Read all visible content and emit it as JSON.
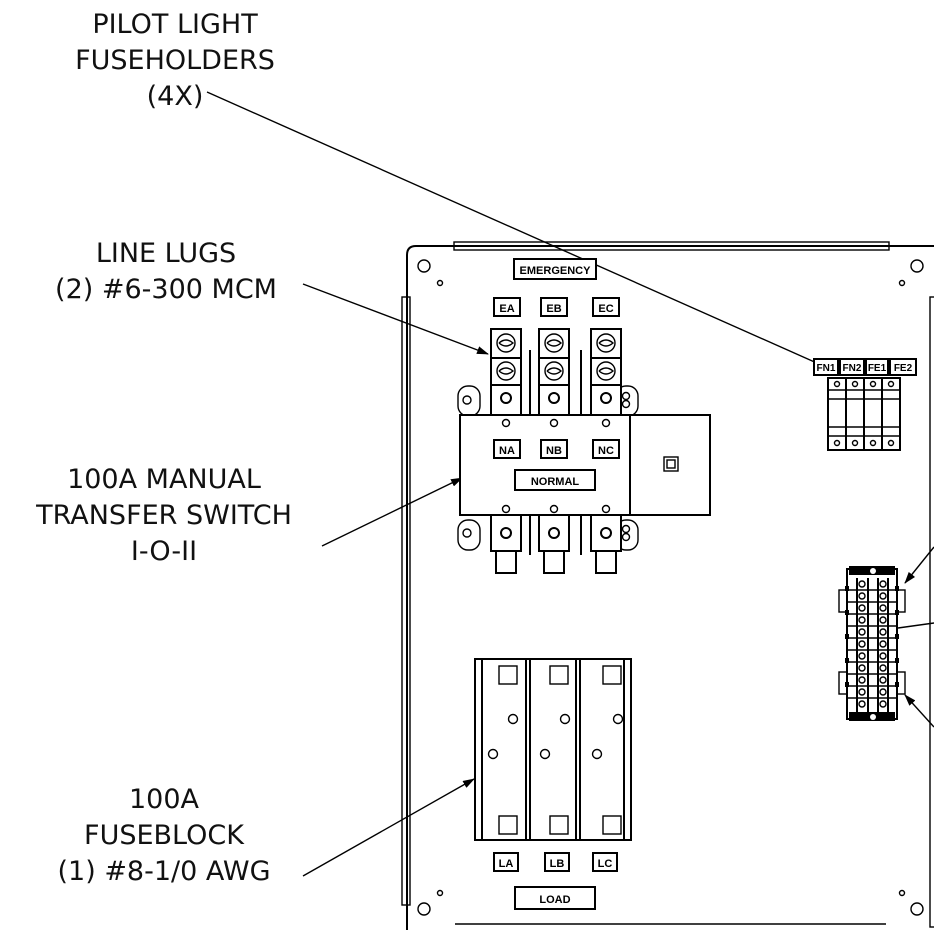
{
  "callouts": {
    "pilot": [
      "PILOT LIGHT",
      "FUSEHOLDERS",
      "(4X)"
    ],
    "lugs": [
      "LINE LUGS",
      "(2) #6-300 MCM"
    ],
    "transfer": [
      "100A MANUAL",
      "TRANSFER SWITCH",
      "I-O-II"
    ],
    "fuseblock": [
      "100A",
      "FUSEBLOCK",
      "(1) #8-1/0 AWG"
    ]
  },
  "panel_labels": {
    "emergency": "EMERGENCY",
    "normal": "NORMAL",
    "load": "LOAD",
    "emergency_phases": [
      "EA",
      "EB",
      "EC"
    ],
    "normal_phases": [
      "NA",
      "NB",
      "NC"
    ],
    "load_phases": [
      "LA",
      "LB",
      "LC"
    ],
    "pilot_fuses": [
      "FN1",
      "FN2",
      "FE1",
      "FE2"
    ]
  }
}
